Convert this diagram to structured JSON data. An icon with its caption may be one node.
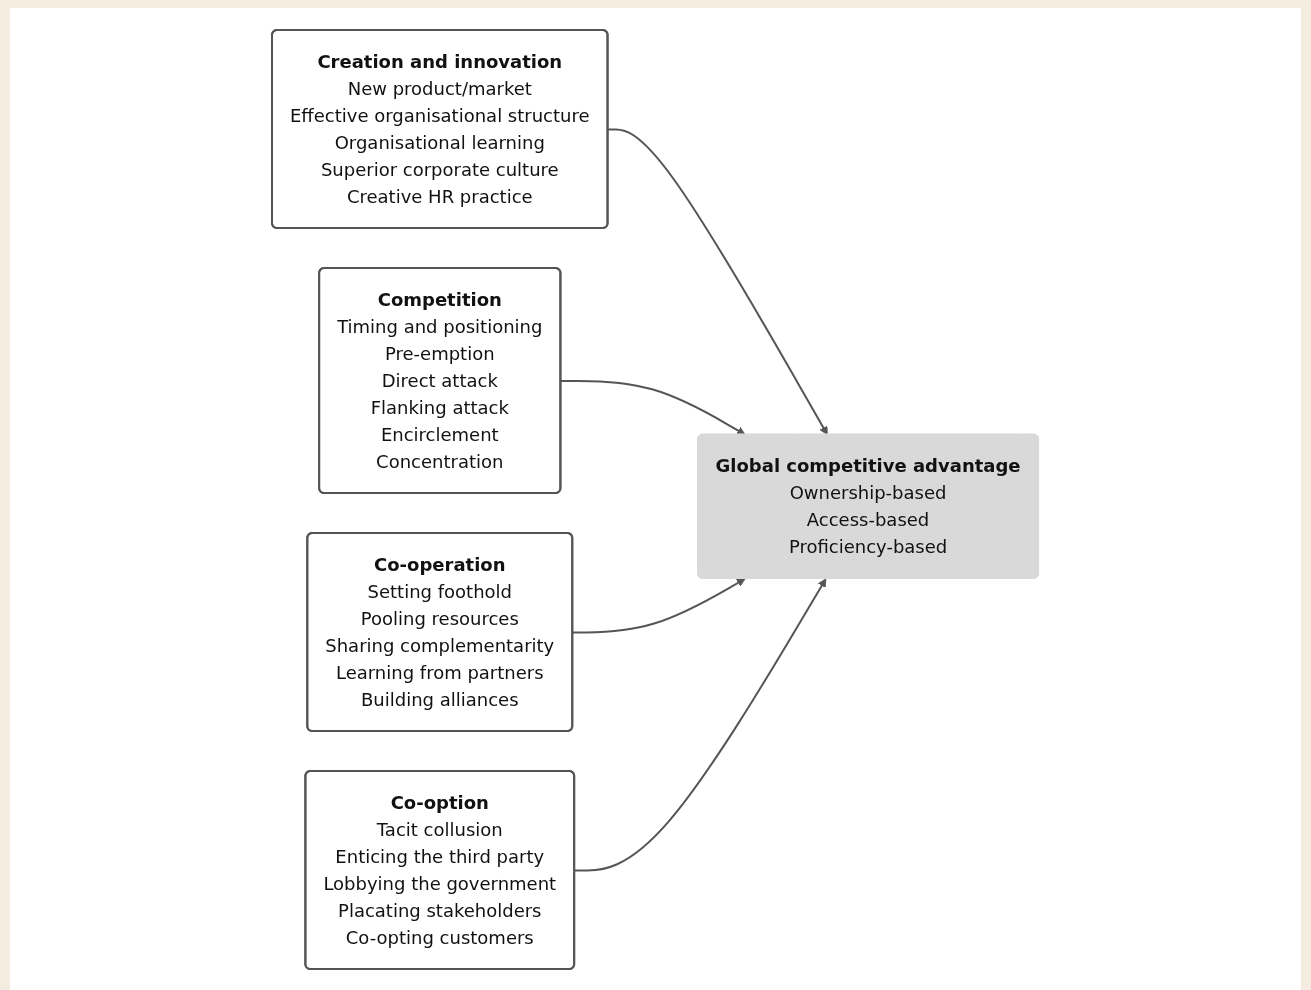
{
  "diagram": {
    "nodes": [
      {
        "text": [
          "Creation and innovation",
          "New product/market",
          "Effective organisational structure",
          "Organisational learning",
          "Superior corporate culture",
          "Creative HR practice"
        ]
      },
      {
        "text": [
          "Competition",
          "Timing and positioning",
          "Pre-emption",
          "Direct attack",
          "Flanking attack",
          "Encirclement",
          "Concentration"
        ]
      },
      {
        "text": [
          "Global competitive advantage",
          "Ownership-based",
          "Access-based",
          "Proficiency-based"
        ]
      },
      {
        "text": [
          "Co-operation",
          "Setting foothold",
          "Pooling resources",
          "Sharing complementarity",
          "Learning from partners",
          "Building alliances"
        ]
      },
      {
        "text": [
          "Co-option",
          "Tacit collusion",
          "Enticing the third party",
          "Lobbying the government",
          "Placating stakeholders",
          "Co-opting customers"
        ]
      }
    ],
    "edges": [
      {
        "from": 0,
        "to": 2,
        "arrow": "to"
      },
      {
        "from": 1,
        "to": 2,
        "arrow": "to"
      },
      {
        "from": 3,
        "to": 2,
        "arrow": "to"
      },
      {
        "from": 4,
        "to": 2,
        "arrow": "to"
      }
    ]
  }
}
